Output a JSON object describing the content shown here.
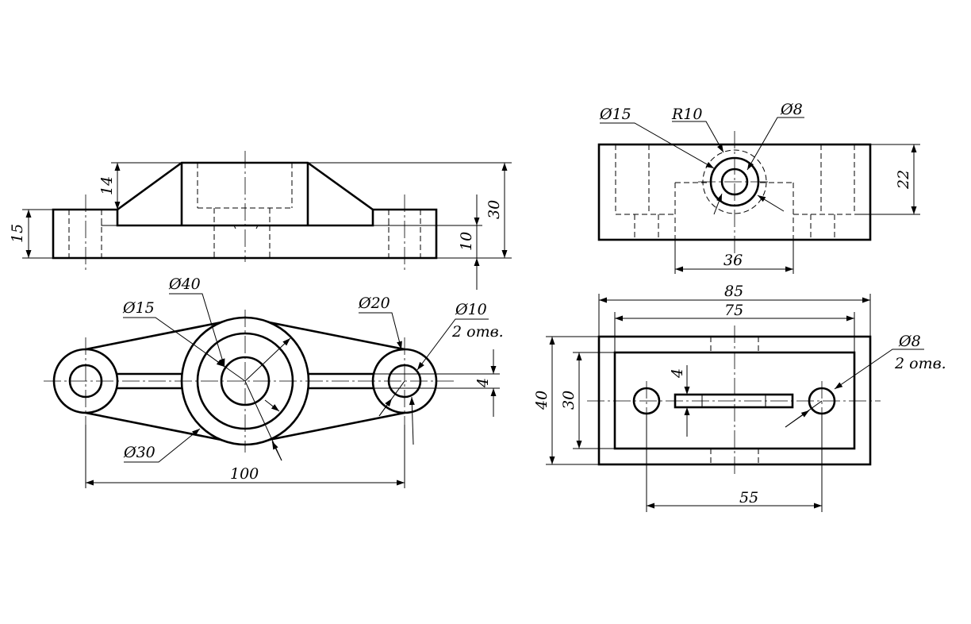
{
  "views": {
    "front": {
      "dims": {
        "width_step": "15",
        "height_total": "30",
        "base_thickness": "10",
        "rib_height": "14"
      }
    },
    "top": {
      "dims": {
        "boss_outer_dia": "Ø40",
        "boss_inner_dia": "Ø15",
        "boss_mid_dia": "Ø30",
        "lug_outer_dia": "Ø20",
        "hole_dia": "Ø10",
        "hole_count": "2 отв.",
        "rib_width": "4",
        "hole_spacing": "100"
      }
    },
    "side": {
      "dims": {
        "outer_dia": "Ø15",
        "radius": "R10",
        "hole_dia": "Ø8",
        "height": "22",
        "slot_width": "36"
      }
    },
    "bottom": {
      "dims": {
        "length_outer": "85",
        "length_inner": "75",
        "width_outer": "40",
        "width_inner": "30",
        "hole_dia": "Ø8",
        "hole_count": "2 отв.",
        "slot_width": "4",
        "hole_spacing": "55"
      }
    }
  }
}
